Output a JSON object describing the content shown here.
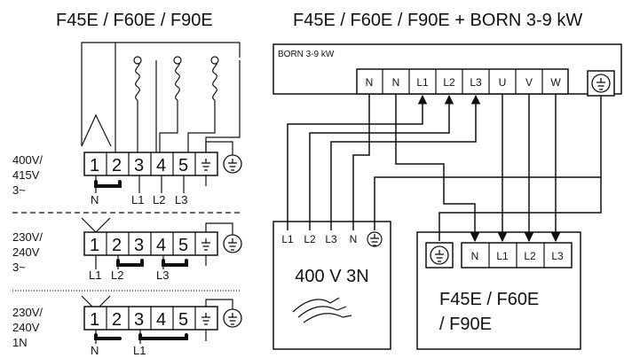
{
  "titles": {
    "left": "F45E / F60E / F90E",
    "right": "F45E / F60E / F90E + BORN 3-9 kW"
  },
  "left_diagram": {
    "terminal_numbers": [
      "1",
      "2",
      "3",
      "4",
      "5"
    ],
    "configs": [
      {
        "voltage_lines": [
          "400V/",
          "415V",
          "3~"
        ],
        "labels": [
          "N",
          "L1",
          "L2",
          "L3"
        ]
      },
      {
        "voltage_lines": [
          "230V/",
          "240V",
          "3~"
        ],
        "labels": [
          "L1",
          "L2",
          "L3"
        ]
      },
      {
        "voltage_lines": [
          "230V/",
          "240V",
          "1N"
        ],
        "labels": [
          "N",
          "L1"
        ]
      }
    ]
  },
  "right_diagram": {
    "born_label": "BORN 3-9 kW",
    "born_terminals": [
      "N",
      "N",
      "L1",
      "L2",
      "L3",
      "U",
      "V",
      "W"
    ],
    "supply_labels": [
      "L1",
      "L2",
      "L3",
      "N"
    ],
    "supply_title": "400 V 3N",
    "hob_terminals": [
      "N",
      "L1",
      "L2",
      "L3"
    ],
    "hob_title_lines": [
      "F45E / F60E",
      "/ F90E"
    ]
  },
  "icons": {
    "earth": "earth-ground-icon",
    "cable": "cable-wires-icon"
  }
}
